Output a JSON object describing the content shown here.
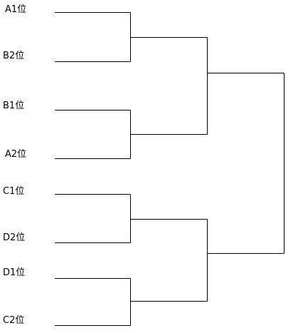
{
  "bracket": {
    "entries": [
      {
        "label": "A1位"
      },
      {
        "label": "B2位"
      },
      {
        "label": "B1位"
      },
      {
        "label": "A2位"
      },
      {
        "label": "C1位"
      },
      {
        "label": "D2位"
      },
      {
        "label": "D1位"
      },
      {
        "label": "C2位"
      }
    ],
    "line_color": "#000000"
  }
}
